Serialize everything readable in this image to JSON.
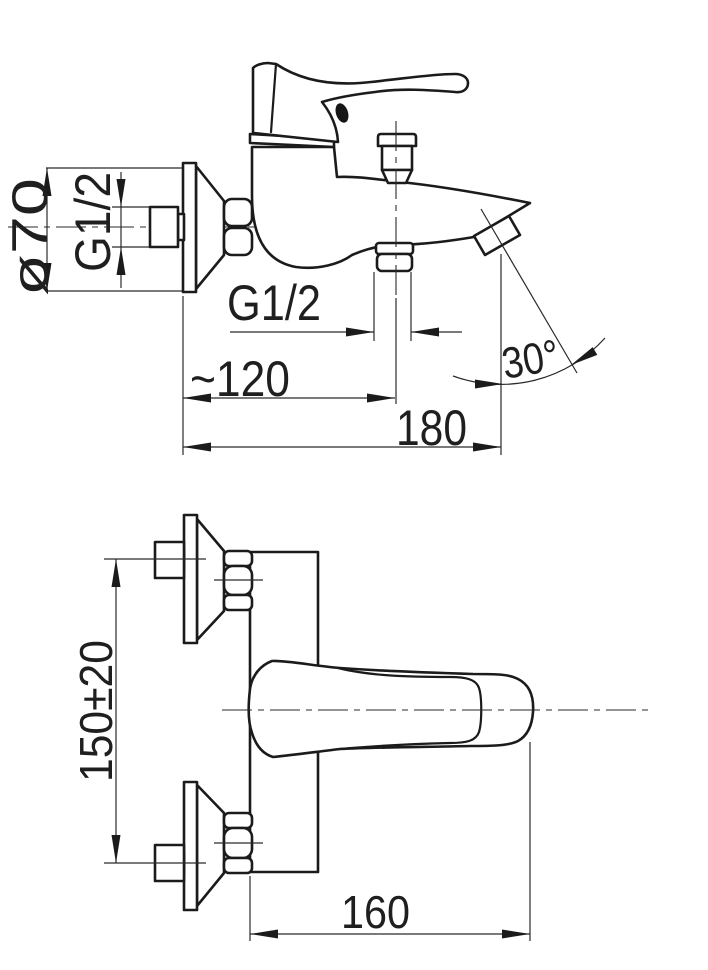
{
  "drawing": {
    "side_view": {
      "dims": {
        "flange_diameter": "ø70",
        "inlet_thread": "G1/2",
        "outlet_thread": "G1/2",
        "wall_to_outlet": "~120",
        "wall_to_spout_tip": "180",
        "spout_angle": "30°"
      }
    },
    "plan_view": {
      "dims": {
        "mounting_distance": "150±20",
        "overall_length": "160"
      }
    }
  }
}
